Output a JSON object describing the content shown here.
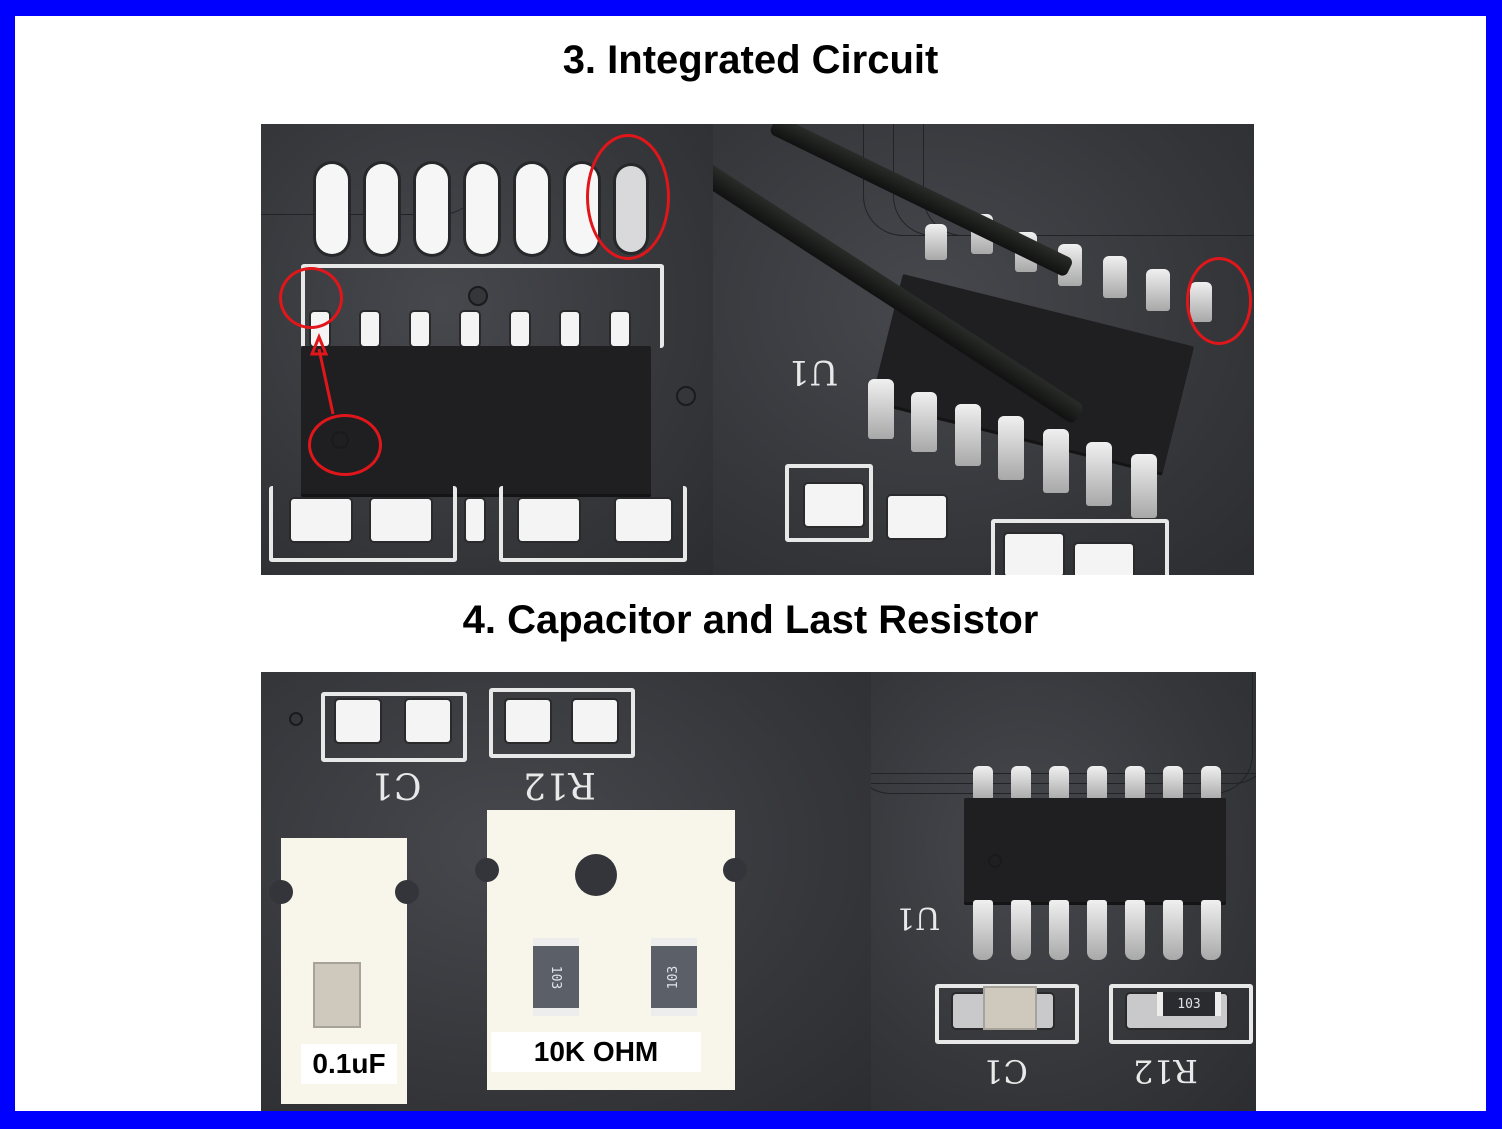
{
  "sections": [
    {
      "heading": "3. Integrated Circuit",
      "photos": [
        {
          "alt": "SOIC-14 IC placed on PCB footprint with pin-1 dot and pin-1 marker circled in red",
          "annotations": [
            "red circle around solder slot",
            "red circle around pin-1 silkscreen notch",
            "red circle around pin-1 dot on chip",
            "red arrow from dot to notch"
          ]
        },
        {
          "alt": "Tweezers holding IC while tacking one corner pin, circled in red",
          "silkscreen": "U1"
        }
      ]
    },
    {
      "heading": "4. Capacitor and Last Resistor",
      "photos": [
        {
          "alt": "Capacitor and resistor in tape above C1 and R12 footprints",
          "silkscreen": [
            "C1",
            "R12"
          ],
          "labels": [
            "0.1uF",
            "10K OHM"
          ],
          "resistor_code": "103"
        },
        {
          "alt": "Finished board with U1, C1 and R12 soldered",
          "silkscreen": [
            "U1",
            "C1",
            "R12"
          ],
          "resistor_code": "103"
        }
      ]
    }
  ],
  "colors": {
    "frame": "#0000ff",
    "page": "#ffffff",
    "annotation": "#e0161b"
  }
}
